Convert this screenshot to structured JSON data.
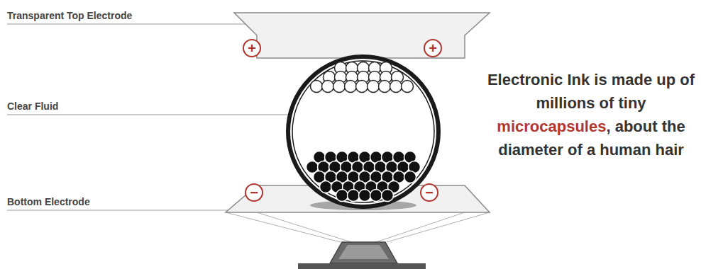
{
  "diagram": {
    "nodes": [
      {
        "text": [
          "+"
        ]
      },
      {
        "text": [
          "+"
        ]
      },
      {
        "text": [
          "−"
        ]
      },
      {
        "text": [
          "−"
        ]
      }
    ],
    "labels": [
      "Transparent Top Electrode",
      "Clear Fluid",
      "Bottom Electrode",
      "Electronic Ink is made up of millions of tiny",
      "microcapsules",
      ", about the diameter of a human hair"
    ]
  }
}
